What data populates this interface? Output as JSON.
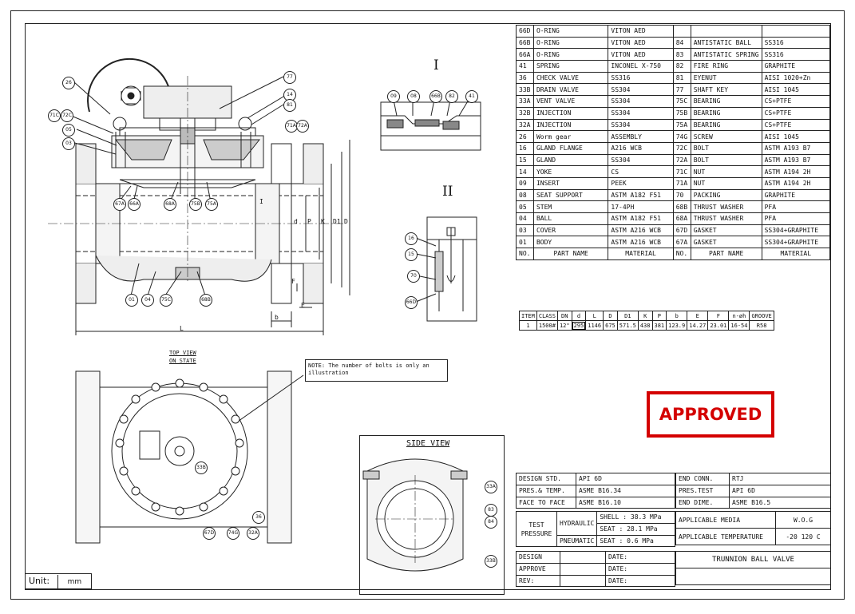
{
  "parts_table": {
    "rows": [
      {
        "no": "66D",
        "name": "O-RING",
        "mat": "VITON AED",
        "no2": "",
        "name2": "",
        "mat2": ""
      },
      {
        "no": "66B",
        "name": "O-RING",
        "mat": "VITON AED",
        "no2": "84",
        "name2": "ANTISTATIC BALL",
        "mat2": "SS316"
      },
      {
        "no": "66A",
        "name": "O-RING",
        "mat": "VITON AED",
        "no2": "83",
        "name2": "ANTISTATIC SPRING",
        "mat2": "SS316"
      },
      {
        "no": "41",
        "name": "SPRING",
        "mat": "INCONEL X-750",
        "no2": "82",
        "name2": "FIRE RING",
        "mat2": "GRAPHITE"
      },
      {
        "no": "36",
        "name": "CHECK VALVE",
        "mat": "SS316",
        "no2": "81",
        "name2": "EYENUT",
        "mat2": "AISI 1020+Zn"
      },
      {
        "no": "33B",
        "name": "DRAIN VALVE",
        "mat": "SS304",
        "no2": "77",
        "name2": "SHAFT KEY",
        "mat2": "AISI 1045"
      },
      {
        "no": "33A",
        "name": "VENT VALVE",
        "mat": "SS304",
        "no2": "75C",
        "name2": "BEARING",
        "mat2": "CS+PTFE"
      },
      {
        "no": "32B",
        "name": "INJECTION",
        "mat": "SS304",
        "no2": "75B",
        "name2": "BEARING",
        "mat2": "CS+PTFE"
      },
      {
        "no": "32A",
        "name": "INJECTION",
        "mat": "SS304",
        "no2": "75A",
        "name2": "BEARING",
        "mat2": "CS+PTFE"
      },
      {
        "no": "26",
        "name": "Worm gear",
        "mat": "ASSEMBLY",
        "no2": "74G",
        "name2": "SCREW",
        "mat2": "AISI 1045"
      },
      {
        "no": "16",
        "name": "GLAND FLANGE",
        "mat": "A216 WCB",
        "no2": "72C",
        "name2": "BOLT",
        "mat2": "ASTM A193 B7"
      },
      {
        "no": "15",
        "name": "GLAND",
        "mat": "SS304",
        "no2": "72A",
        "name2": "BOLT",
        "mat2": "ASTM A193 B7"
      },
      {
        "no": "14",
        "name": "YOKE",
        "mat": "CS",
        "no2": "71C",
        "name2": "NUT",
        "mat2": "ASTM A194 2H"
      },
      {
        "no": "09",
        "name": "INSERT",
        "mat": "PEEK",
        "no2": "71A",
        "name2": "NUT",
        "mat2": "ASTM A194 2H"
      },
      {
        "no": "08",
        "name": "SEAT SUPPORT",
        "mat": "ASTM A182 F51",
        "no2": "70",
        "name2": "PACKING",
        "mat2": "GRAPHITE"
      },
      {
        "no": "05",
        "name": "STEM",
        "mat": "17-4PH",
        "no2": "68B",
        "name2": "THRUST WASHER",
        "mat2": "PFA"
      },
      {
        "no": "04",
        "name": "BALL",
        "mat": "ASTM A182 F51",
        "no2": "68A",
        "name2": "THRUST WASHER",
        "mat2": "PFA"
      },
      {
        "no": "03",
        "name": "COVER",
        "mat": "ASTM A216 WCB",
        "no2": "67D",
        "name2": "GASKET",
        "mat2": "SS304+GRAPHITE"
      },
      {
        "no": "01",
        "name": "BODY",
        "mat": "ASTM A216 WCB",
        "no2": "67A",
        "name2": "GASKET",
        "mat2": "SS304+GRAPHITE"
      }
    ],
    "header": {
      "no": "NO.",
      "name": "PART NAME",
      "mat": "MATERIAL",
      "no2": "NO.",
      "name2": "PART NAME",
      "mat2": "MATERIAL"
    }
  },
  "dims_table": {
    "headers": [
      "ITEM",
      "CLASS",
      "DN",
      "d",
      "L",
      "D",
      "D1",
      "K",
      "P",
      "b",
      "E",
      "F",
      "n-øh",
      "GROOVE"
    ],
    "row": [
      "1",
      "1500#",
      "12\"",
      "295",
      "1146",
      "675",
      "571.5",
      "438",
      "381",
      "123.9",
      "14.27",
      "23.01",
      "16-54",
      "R58"
    ]
  },
  "views": {
    "section_I": "I",
    "section_II": "II",
    "top_view": "TOP VIEW",
    "top_view_sub": "ON STATE",
    "side_view": "SIDE VIEW",
    "note": "NOTE: The number of bolts is only an illustration"
  },
  "dim_labels": {
    "L": "L",
    "b": "b",
    "E": "E",
    "F": "F",
    "d": "d",
    "P": "P",
    "K": "K",
    "D1": "D1",
    "D": "D",
    "I": "I"
  },
  "bubbles_main": [
    "26",
    "77",
    "14",
    "81",
    "71C",
    "72C",
    "71A",
    "72A",
    "05",
    "03",
    "67A",
    "66A",
    "68A",
    "75B",
    "75A",
    "01",
    "04",
    "75C",
    "68B"
  ],
  "bubbles_detail_I": [
    "09",
    "08",
    "66B",
    "82",
    "41"
  ],
  "bubbles_detail_II": [
    "16",
    "15",
    "70",
    "66D"
  ],
  "bubbles_top": [
    "33B",
    "36",
    "67D",
    "74G",
    "32A"
  ],
  "bubbles_side": [
    "33A",
    "83",
    "84",
    "33B"
  ],
  "stamp": "APPROVED",
  "title_block": {
    "design_std_l": "DESIGN STD.",
    "design_std_v": "API 6D",
    "pres_temp_l": "PRES.& TEMP.",
    "pres_temp_v": "ASME B16.34",
    "face_l": "FACE TO FACE",
    "face_v": "ASME B16.10",
    "end_conn_l": "END CONN.",
    "end_conn_v": "RTJ",
    "pres_test_l": "PRES.TEST",
    "pres_test_v": "API 6D",
    "end_dime_l": "END DIME.",
    "end_dime_v": "ASME B16.5",
    "test_pressure": "TEST PRESSURE",
    "hydraulic": "HYDRAULIC",
    "pneumatic": "PNEUMATIC",
    "shell": "SHELL : 38.3 MPa",
    "seat_h": "SEAT : 28.1 MPa",
    "seat_p": "SEAT : 0.6 MPa",
    "media_l": "APPLICABLE MEDIA",
    "media_v": "W.O.G",
    "temp_l": "APPLICABLE TEMPERATURE",
    "temp_v": "-20  120  C",
    "design": "DESIGN",
    "approve": "APPROVE",
    "rev": "REV:",
    "date": "DATE:",
    "title": "TRUNNION BALL VALVE"
  },
  "unit_label": "Unit:",
  "unit_value": "mm"
}
